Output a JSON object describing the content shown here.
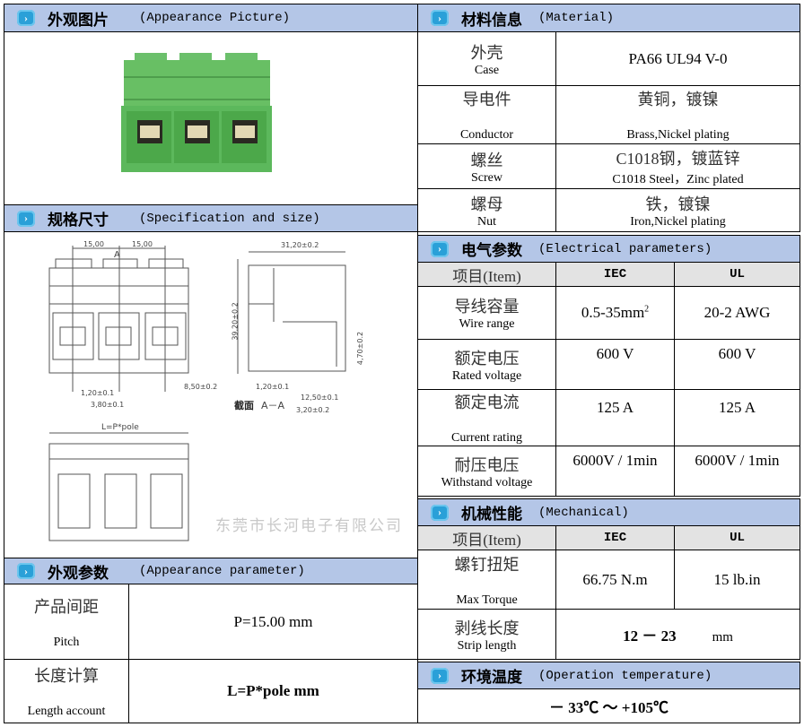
{
  "appearance_picture": {
    "title_zh": "外观图片",
    "title_en": "(Appearance Picture)"
  },
  "spec": {
    "title_zh": "规格尺寸",
    "title_en": "(Specification and size)",
    "dims": {
      "pitch1": "15,00",
      "pitch2": "15,00",
      "section_mark": "A",
      "pin_w": "1,20±0.1",
      "pin_sp": "3,80±0.1",
      "offset": "8,50±0.2",
      "width": "31,20±0.2",
      "height": "39,20±0.2",
      "pin_len": "4,70±0.2",
      "pin_w2": "1,20±0.1",
      "pin_pitch": "12,50±0.1",
      "pin_off": "3,20±0.2",
      "section_label": "截面",
      "section_aa": "A－A",
      "length": "L=P*pole"
    },
    "watermark": "东莞市长河电子有限公司"
  },
  "appearance_param": {
    "title_zh": "外观参数",
    "title_en": "(Appearance parameter)",
    "rows": [
      {
        "zh": "产品间距",
        "en": "Pitch",
        "value": "P=15.00 mm"
      },
      {
        "zh": "长度计算",
        "en": "Length account",
        "value": "L=P*pole mm"
      }
    ]
  },
  "material": {
    "title_zh": "材料信息",
    "title_en": "(Material)",
    "rows": [
      {
        "zh": "外壳",
        "en": "Case",
        "value_zh": "PA66 UL94 V-0",
        "value_en": ""
      },
      {
        "zh": "导电件",
        "en": "Conductor",
        "value_zh": "黄铜，镀镍",
        "value_en": "Brass,Nickel plating"
      },
      {
        "zh": "螺丝",
        "en": "Screw",
        "value_zh": "C1018钢，镀蓝锌",
        "value_en": "C1018 Steel，Zinc plated"
      },
      {
        "zh": "螺母",
        "en": "Nut",
        "value_zh": "铁，镀镍",
        "value_en": "Iron,Nickel plating"
      }
    ]
  },
  "electrical": {
    "title_zh": "电气参数",
    "title_en": "(Electrical parameters)",
    "head": {
      "item": "项目(Item)",
      "iec": "IEC",
      "ul": "UL"
    },
    "rows": [
      {
        "zh": "导线容量",
        "en": "Wire range",
        "iec": "0.5-35mm",
        "iec_sup": "2",
        "ul": "20-2 AWG"
      },
      {
        "zh": "额定电压",
        "en": "Rated voltage",
        "iec": "600 V",
        "ul": "600 V"
      },
      {
        "zh": "额定电流",
        "en": "Current rating",
        "iec": "125  A",
        "ul": "125 A"
      },
      {
        "zh": "耐压电压",
        "en": "Withstand voltage",
        "iec": "6000V / 1min",
        "ul": "6000V / 1min"
      }
    ]
  },
  "mechanical": {
    "title_zh": "机械性能",
    "title_en": "(Mechanical)",
    "head": {
      "item": "项目(Item)",
      "iec": "IEC",
      "ul": "UL"
    },
    "rows": [
      {
        "zh": "螺钉扭矩",
        "en": "Max Torque",
        "iec": "66.75  N.m",
        "ul": "15 lb.in"
      },
      {
        "zh": "剥线长度",
        "en": "Strip length",
        "value": "12 － 23",
        "unit": "mm"
      }
    ]
  },
  "temperature": {
    "title_zh": "环境温度",
    "title_en": "(Operation temperature)",
    "value": "－ 33℃ ～ +105℃"
  },
  "colors": {
    "header_bg": "#b4c6e7",
    "icon": "#2aa0d8",
    "terminal_green": "#5cb85c"
  }
}
